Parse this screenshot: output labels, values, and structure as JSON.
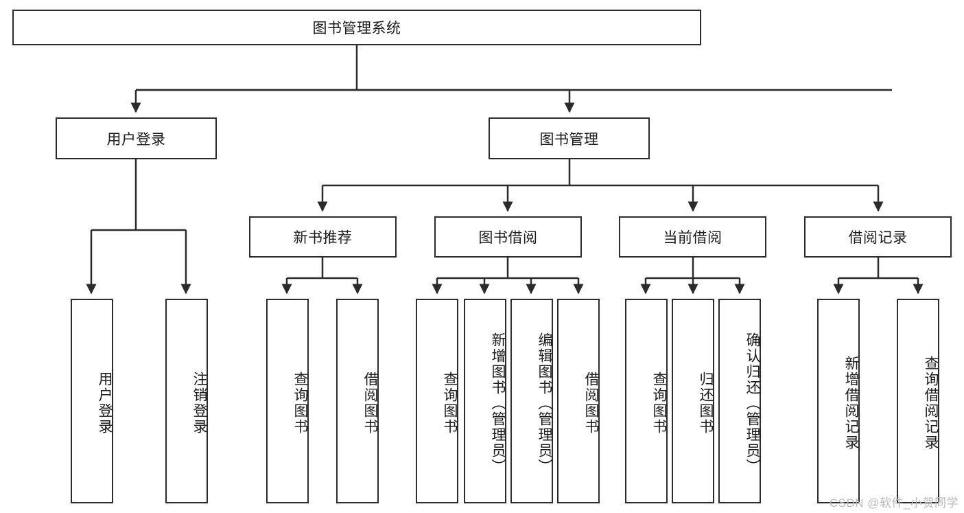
{
  "diagram": {
    "type": "tree-hierarchy",
    "title": "图书管理系统",
    "watermark": "CSDN @软件_小贺同学",
    "colors": {
      "stroke": "#2b2b2b",
      "fill": "#ffffff",
      "text": "#1a1a1a",
      "watermark": "#b9b9b9"
    },
    "nodes": {
      "root": {
        "label": "图书管理系统",
        "orientation": "horizontal"
      },
      "level2": [
        {
          "id": "user-login",
          "label": "用户登录",
          "orientation": "horizontal"
        },
        {
          "id": "book-manage",
          "label": "图书管理",
          "orientation": "horizontal"
        }
      ],
      "level3": [
        {
          "id": "new-book-rec",
          "label": "新书推荐",
          "orientation": "horizontal"
        },
        {
          "id": "book-borrow",
          "label": "图书借阅",
          "orientation": "horizontal"
        },
        {
          "id": "current-borrow",
          "label": "当前借阅",
          "orientation": "horizontal"
        },
        {
          "id": "borrow-record",
          "label": "借阅记录",
          "orientation": "horizontal"
        }
      ],
      "leaves": {
        "user-login": [
          {
            "id": "leaf-user-login",
            "label": "用户登录",
            "orientation": "vertical"
          },
          {
            "id": "leaf-logout",
            "label": "注销登录",
            "orientation": "vertical"
          }
        ],
        "new-book-rec": [
          {
            "id": "leaf-query-book-1",
            "label": "查询图书",
            "orientation": "vertical"
          },
          {
            "id": "leaf-borrow-book-1",
            "label": "借阅图书",
            "orientation": "vertical"
          }
        ],
        "book-borrow": [
          {
            "id": "leaf-query-book-2",
            "label": "查询图书",
            "orientation": "vertical"
          },
          {
            "id": "leaf-add-book",
            "label": "新增图书（管理员）",
            "orientation": "vertical"
          },
          {
            "id": "leaf-edit-book",
            "label": "编辑图书（管理员）",
            "orientation": "vertical"
          },
          {
            "id": "leaf-borrow-book-2",
            "label": "借阅图书",
            "orientation": "vertical"
          }
        ],
        "current-borrow": [
          {
            "id": "leaf-query-book-3",
            "label": "查询图书",
            "orientation": "vertical"
          },
          {
            "id": "leaf-return-book",
            "label": "归还图书",
            "orientation": "vertical"
          },
          {
            "id": "leaf-confirm-return",
            "label": "确认归还（管理员）",
            "orientation": "vertical"
          }
        ],
        "borrow-record": [
          {
            "id": "leaf-add-record",
            "label": "新增借阅记录",
            "orientation": "vertical"
          },
          {
            "id": "leaf-query-record",
            "label": "查询借阅记录",
            "orientation": "vertical"
          }
        ]
      }
    }
  }
}
